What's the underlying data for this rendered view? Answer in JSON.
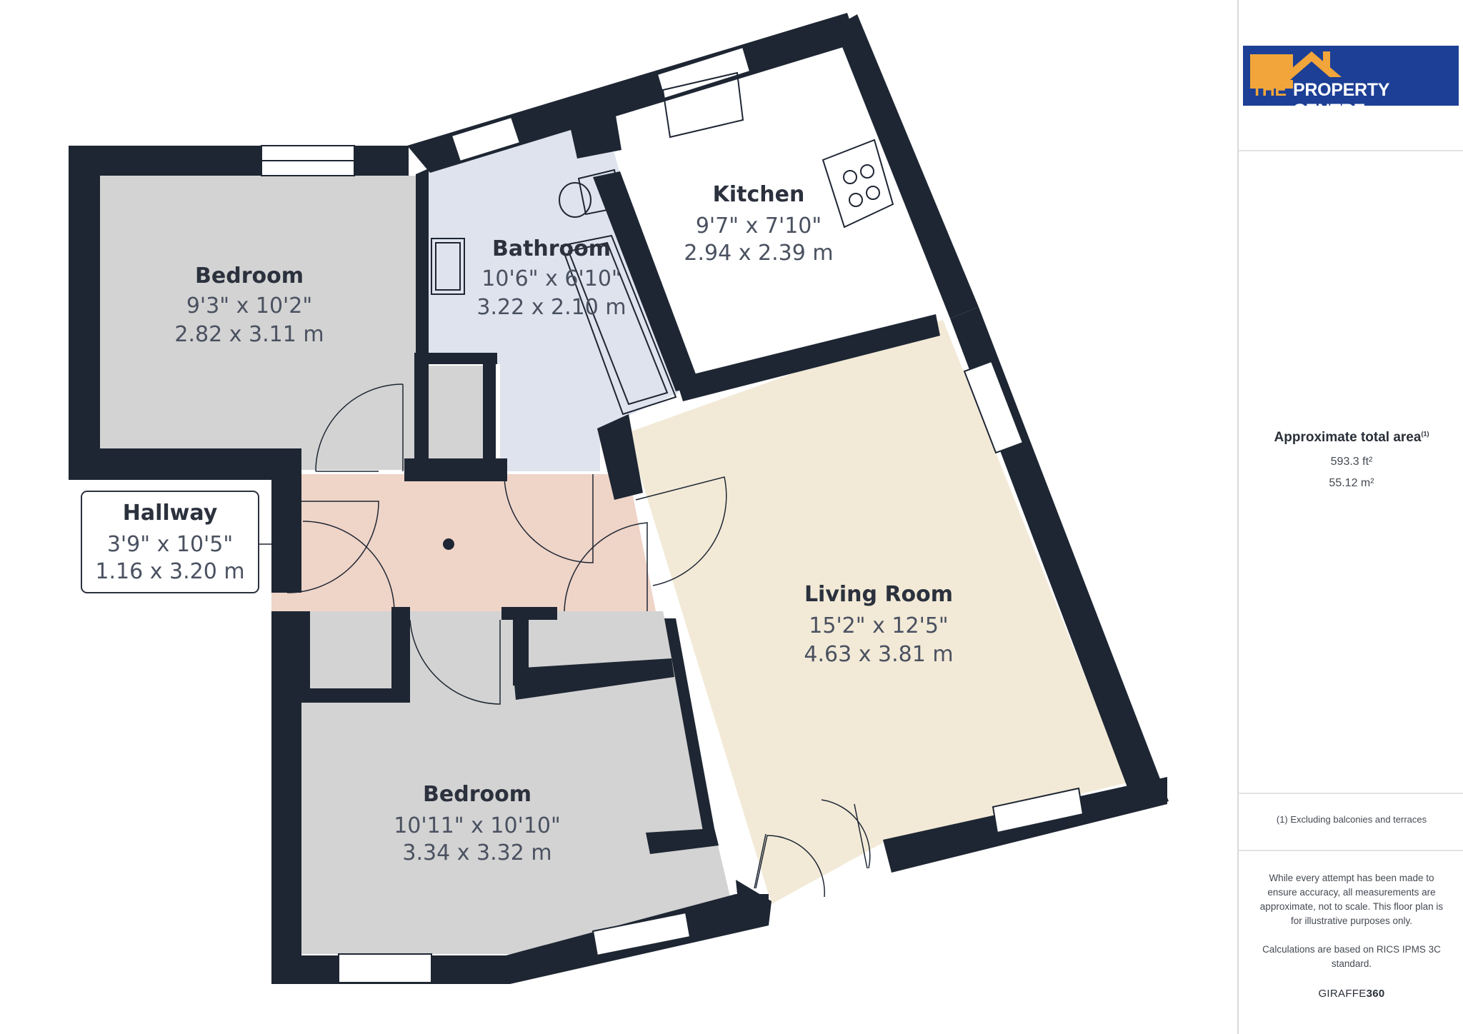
{
  "rooms": {
    "bedroom1": {
      "name": "Bedroom",
      "imperial": "9'3\" x 10'2\"",
      "metric": "2.82 x 3.11 m"
    },
    "bathroom": {
      "name": "Bathroom",
      "imperial": "10'6\" x 6'10\"",
      "metric": "3.22 x 2.10 m"
    },
    "kitchen": {
      "name": "Kitchen",
      "imperial": "9'7\" x 7'10\"",
      "metric": "2.94 x 2.39 m"
    },
    "hallway": {
      "name": "Hallway",
      "imperial": "3'9\" x 10'5\"",
      "metric": "1.16 x 3.20 m"
    },
    "living": {
      "name": "Living Room",
      "imperial": "15'2\" x 12'5\"",
      "metric": "4.63 x 3.81 m"
    },
    "bedroom2": {
      "name": "Bedroom",
      "imperial": "10'11\" x 10'10\"",
      "metric": "3.34 x 3.32 m"
    }
  },
  "logo": {
    "word1": "THE",
    "word2": "PROPERTY CENTRE"
  },
  "summary": {
    "title": "Approximate total area",
    "footnote_mark": "(1)",
    "area_ft": "593.3 ft²",
    "area_m": "55.12 m²"
  },
  "note": "(1) Excluding balconies and terraces",
  "disclaimer": [
    "While every attempt has been made to ensure accuracy, all measurements are approximate, not to scale. This floor plan is for illustrative purposes only.",
    "Calculations are based on RICS IPMS 3C standard."
  ],
  "brand": {
    "part1": "GIRAFFE",
    "part2": "360"
  },
  "colors": {
    "wall": "#1e2633",
    "bedroom": "#d3d3d3",
    "bathroom": "#dee3ee",
    "kitchen": "#ffffff",
    "hallway": "#efd4c8",
    "living": "#f2ead7",
    "logo_blue": "#1d3f95",
    "logo_orange": "#f1a53a"
  }
}
